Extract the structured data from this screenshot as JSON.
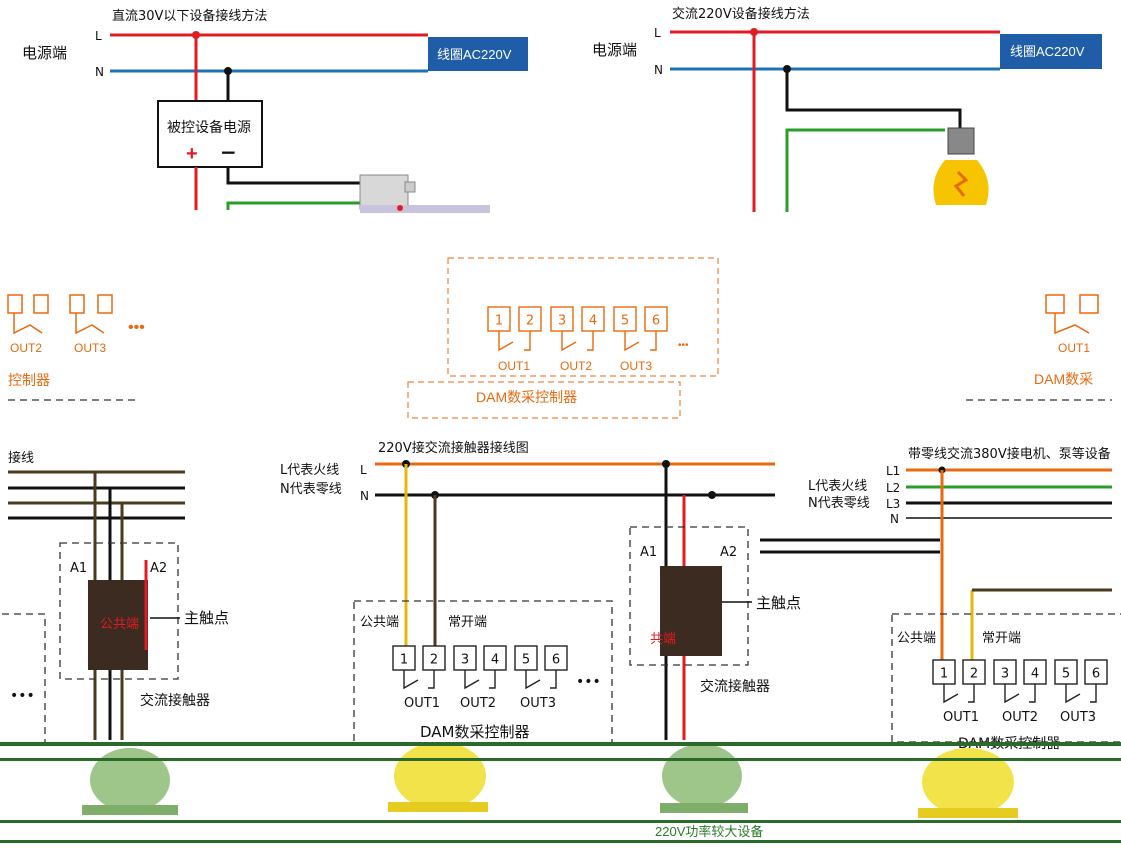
{
  "top_left": {
    "title": "直流30V以下设备接线方法",
    "power_label": "电源端",
    "line_L": "L",
    "line_N": "N",
    "coil": "线圈AC220V",
    "psu_title": "被控设备电源",
    "plus": "+",
    "minus": "−"
  },
  "top_right": {
    "title": "交流220V设备接线方法",
    "power_label": "电源端",
    "line_L": "L",
    "line_N": "N",
    "coil": "线圈AC220V"
  },
  "middle": {
    "left_outs": [
      "OUT2",
      "OUT3"
    ],
    "left_ctrl": "控制器",
    "center_terms": [
      "1",
      "2",
      "3",
      "4",
      "5",
      "6"
    ],
    "center_outs": [
      "OUT1",
      "OUT2",
      "OUT3"
    ],
    "center_ctrl": "DAM数采控制器",
    "right_out": "OUT1",
    "right_ctrl": "DAM数采"
  },
  "bottom_left": {
    "title": "接线",
    "a1": "A1",
    "a2": "A2",
    "common": "公共端",
    "main_contact": "主触点",
    "contactor": "交流接触器",
    "ellipsis": "•••"
  },
  "bottom_center": {
    "title": "220V接交流接触器接线图",
    "fire": "L代表火线",
    "zero": "N代表零线",
    "line_L": "L",
    "line_N": "N",
    "common": "公共端",
    "normally_open": "常开端",
    "terms": [
      "1",
      "2",
      "3",
      "4",
      "5",
      "6"
    ],
    "outs": [
      "OUT1",
      "OUT2",
      "OUT3"
    ],
    "ellipsis": "•••",
    "ctrl": "DAM数采控制器"
  },
  "bottom_mid": {
    "a1": "A1",
    "a2": "A2",
    "common": "共端",
    "main_contact": "主触点",
    "contactor": "交流接触器",
    "device": "220V功率较大设备"
  },
  "bottom_right": {
    "title": "带零线交流380V接电机、泵等设备",
    "fire": "L代表火线",
    "zero": "N代表零线",
    "l1": "L1",
    "l2": "L2",
    "l3": "L3",
    "n": "N",
    "common": "公共端",
    "normally_open": "常开端",
    "terms": [
      "1",
      "2",
      "3",
      "4",
      "5",
      "6"
    ],
    "outs": [
      "OUT1",
      "OUT2",
      "OUT3"
    ],
    "ctrl": "DAM数采控制器"
  },
  "colors": {
    "live": "#e11b22",
    "neutral": "#1e73b8",
    "coil": "#1f5da8",
    "green": "#2a9d2a",
    "orange": "#e86a10",
    "yellow": "#e9b70b"
  }
}
